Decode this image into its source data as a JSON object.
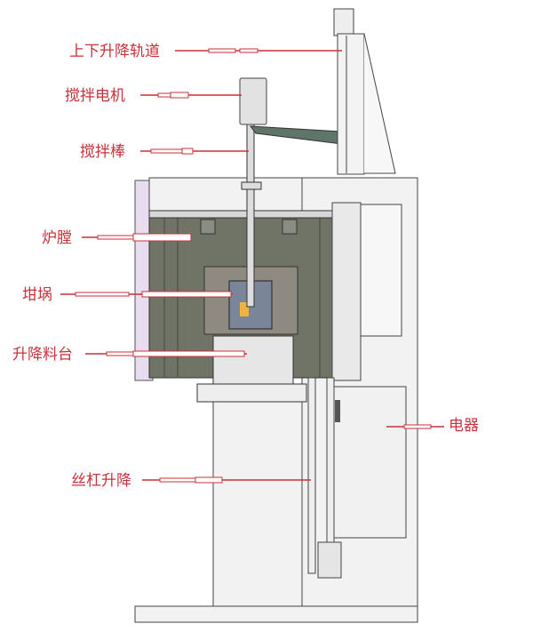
{
  "labels": {
    "rail": "上下升降轨道",
    "motor": "搅拌电机",
    "rod": "搅拌棒",
    "chamber": "炉膛",
    "crucible": "坩埚",
    "platform": "升降料台",
    "electrical": "电器",
    "screw": "丝杠升降"
  },
  "colors": {
    "label": "#c8323a",
    "chamber": "#6f7467",
    "frame": "#f2f2f2"
  }
}
